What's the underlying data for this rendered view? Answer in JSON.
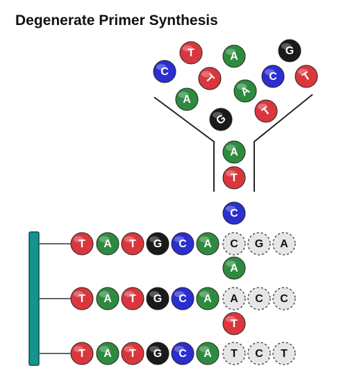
{
  "title": "Degenerate Primer Synthesis",
  "colors": {
    "A": "#2e8b3e",
    "T": "#d9373d",
    "G": "#1a1a1a",
    "C": "#2b2fd0",
    "support": "#13948f",
    "pending_fill": "#e6e6e6"
  },
  "pool_bases": [
    "C",
    "T",
    "A",
    "G",
    "C",
    "T",
    "T",
    "A",
    "A",
    "T",
    "G"
  ],
  "funnel_bases": [
    "A",
    "T"
  ],
  "strands": [
    {
      "fixed": [
        "T",
        "A",
        "T",
        "G",
        "C",
        "A"
      ],
      "incoming": "C",
      "pending": [
        "C",
        "G",
        "A"
      ]
    },
    {
      "fixed": [
        "T",
        "A",
        "T",
        "G",
        "C",
        "A"
      ],
      "incoming": "A",
      "pending": [
        "A",
        "C",
        "C"
      ]
    },
    {
      "fixed": [
        "T",
        "A",
        "T",
        "G",
        "C",
        "A"
      ],
      "incoming": "T",
      "pending": [
        "T",
        "C",
        "T"
      ]
    }
  ]
}
